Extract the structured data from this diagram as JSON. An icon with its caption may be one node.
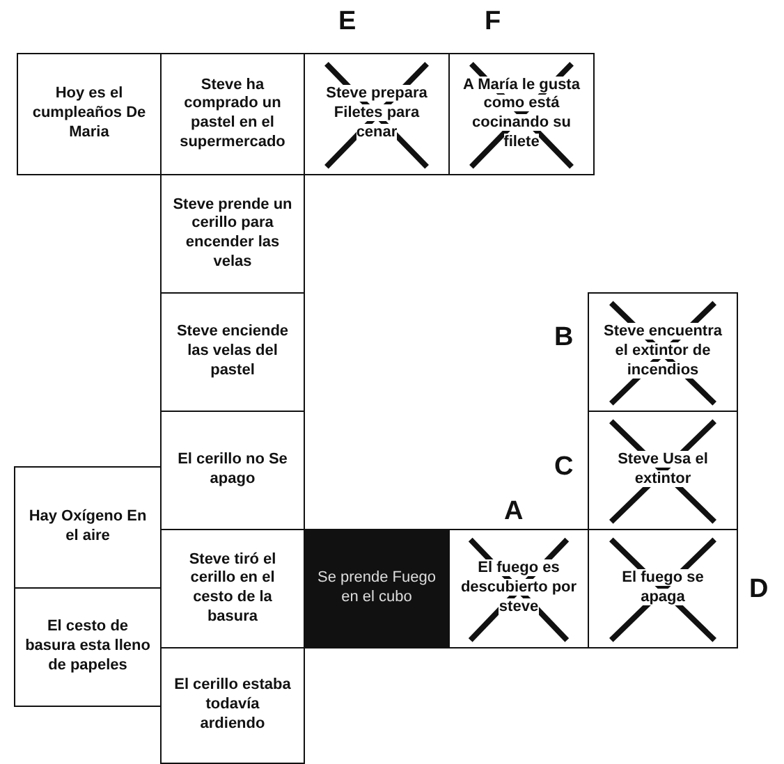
{
  "diagram": {
    "nodes": [
      {
        "text": [
          "Hoy es el cumpleaños De Maria"
        ]
      },
      {
        "text": [
          "Steve ha comprado un pastel en el supermercado"
        ]
      },
      {
        "text": [
          "Steve prepara Filetes para cenar"
        ]
      },
      {
        "text": [
          "A María le gusta como está cocinando su filete"
        ]
      },
      {
        "text": [
          "Steve prende un cerillo para encender las velas"
        ]
      },
      {
        "text": [
          "Steve enciende las velas del pastel"
        ]
      },
      {
        "text": [
          "Steve encuentra el extintor de incendios"
        ]
      },
      {
        "text": [
          "El cerillo no Se apago"
        ]
      },
      {
        "text": [
          "Steve Usa el extintor"
        ]
      },
      {
        "text": [
          "Hay Oxígeno En el aire"
        ]
      },
      {
        "text": [
          "Steve tiró el cerillo en el cesto de la basura"
        ]
      },
      {
        "text": [
          "Se prende Fuego en el cubo"
        ]
      },
      {
        "text": [
          "El fuego es descubierto por steve"
        ]
      },
      {
        "text": [
          "El fuego se apaga"
        ]
      },
      {
        "text": [
          "El cesto de basura esta lleno de papeles"
        ]
      },
      {
        "text": [
          "El cerillo estaba todavía ardiendo"
        ]
      }
    ],
    "labels": [
      "E",
      "F",
      "B",
      "C",
      "A",
      "D"
    ]
  }
}
